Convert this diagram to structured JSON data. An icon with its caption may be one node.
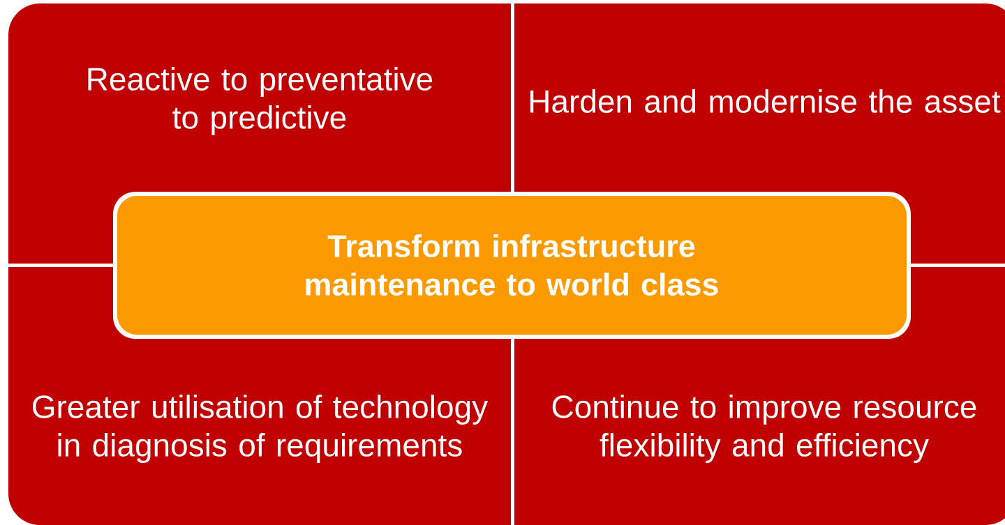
{
  "diagram": {
    "nodes": [
      {
        "text": [
          "Reactive to preventative to predictive"
        ]
      },
      {
        "text": [
          "Harden and modernise the asset"
        ]
      },
      {
        "text": [
          "Transform infrastructure maintenance to world class"
        ]
      },
      {
        "text": [
          "Greater utilisation of technology in diagnosis of requirements"
        ]
      },
      {
        "text": [
          "Continue to improve resource flexibility and efficiency"
        ]
      }
    ]
  }
}
